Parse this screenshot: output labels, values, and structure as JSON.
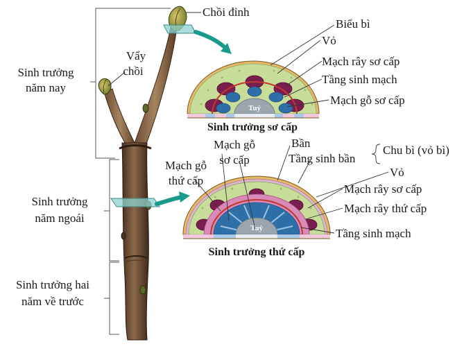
{
  "stem_labels": {
    "choi_dinh": "Chồi đỉnh",
    "vay_choi_1": "Vẩy",
    "vay_choi_2": "chồi",
    "nam_nay_1": "Sinh trưởng",
    "nam_nay_2": "năm nay",
    "nam_ngoai_1": "Sinh trưởng",
    "nam_ngoai_2": "năm ngoái",
    "hai_nam_1": "Sinh trưởng hai",
    "hai_nam_2": "năm về trước"
  },
  "primary": {
    "caption": "Sinh trưởng sơ cấp",
    "center": "Tuỷ",
    "bieu_bi": "Biểu bì",
    "vo": "Vỏ",
    "mach_ray": "Mạch rây sơ cấp",
    "tang_sinh_mach": "Tầng sinh mạch",
    "mach_go": "Mạch gỗ sơ cấp"
  },
  "secondary": {
    "caption": "Sinh trưởng thứ cấp",
    "center": "Tuỷ",
    "mach_go_so_cap_1": "Mạch gỗ",
    "mach_go_so_cap_2": "sơ cấp",
    "mach_go_thu_cap_1": "Mạch gỗ",
    "mach_go_thu_cap_2": "thứ cấp",
    "ban": "Bần",
    "tang_sinh_ban": "Tầng sinh bần",
    "chu_bi": "Chu bì (vỏ bì)",
    "vo": "Vỏ",
    "mach_ray_so_cap": "Mạch rây sơ cấp",
    "mach_ray_thu_cap": "Mạch rây thứ cấp",
    "tang_sinh_mach": "Tầng sinh mạch"
  },
  "colors": {
    "bark": "#6b4a2e",
    "cortex": "#c9dd9a",
    "phloem": "#7a1e4f",
    "xylem": "#2f6fa8",
    "cambium": "#c0392b",
    "pith": "#9aa5ad",
    "arrow": "#1a9a8a"
  }
}
